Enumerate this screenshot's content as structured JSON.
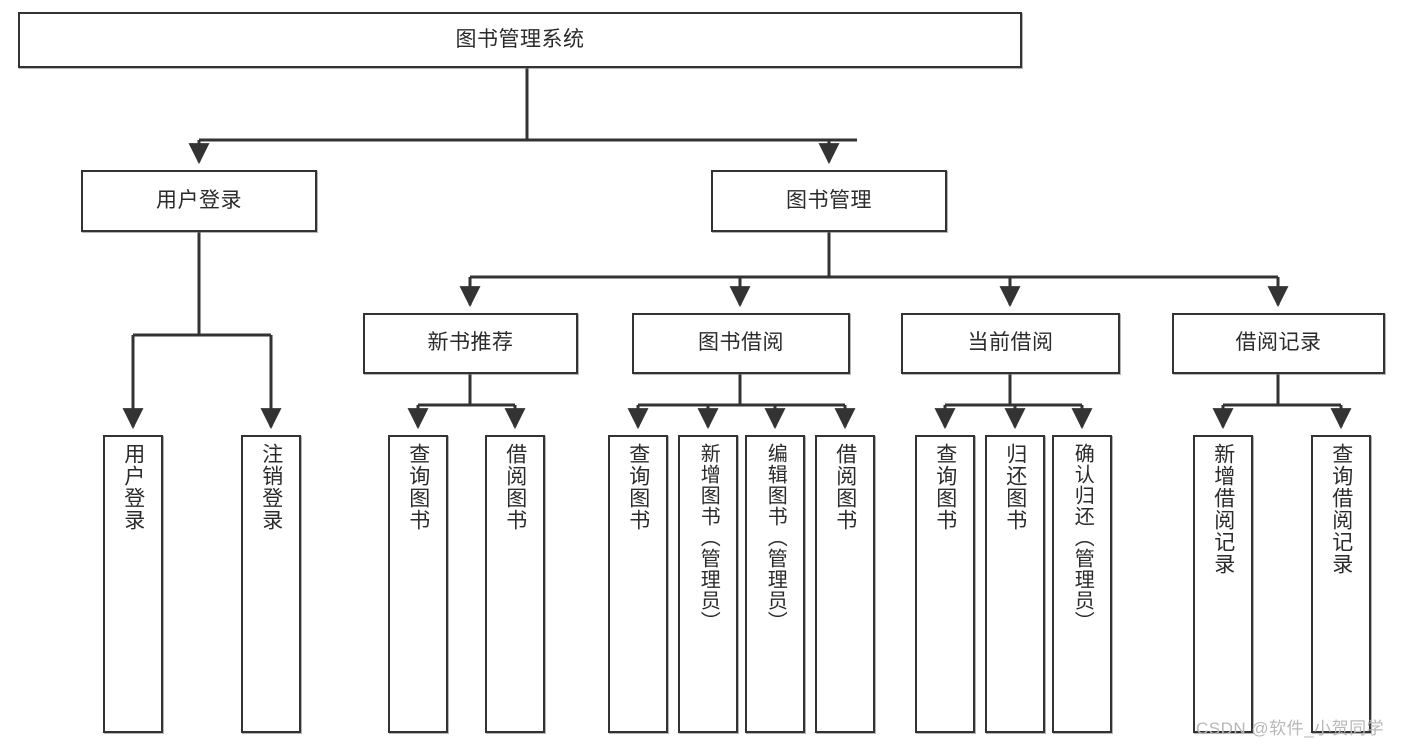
{
  "diagram": {
    "title": "图书管理系统",
    "type": "function-hierarchy-tree",
    "levels": 4,
    "root": {
      "label": "图书管理系统"
    },
    "level2": [
      {
        "label": "用户登录"
      },
      {
        "label": "图书管理"
      }
    ],
    "level3": [
      {
        "label": "新书推荐"
      },
      {
        "label": "图书借阅"
      },
      {
        "label": "当前借阅"
      },
      {
        "label": "借阅记录"
      }
    ],
    "leaves": {
      "user_login": [
        {
          "label": "用户登录"
        },
        {
          "label": "注销登录"
        }
      ],
      "new_book_recommend": [
        {
          "label": "查询图书"
        },
        {
          "label": "借阅图书"
        }
      ],
      "book_borrow": [
        {
          "label": "查询图书"
        },
        {
          "label": "新增图书（管理员）"
        },
        {
          "label": "编辑图书（管理员）"
        },
        {
          "label": "借阅图书"
        }
      ],
      "current_borrow": [
        {
          "label": "查询图书"
        },
        {
          "label": "归还图书"
        },
        {
          "label": "确认归还（管理员）"
        }
      ],
      "borrow_record": [
        {
          "label": "新增借阅记录"
        },
        {
          "label": "查询借阅记录"
        }
      ]
    }
  },
  "watermark": {
    "text": "CSDN @软件_小贺同学"
  },
  "colors": {
    "border": "#333333",
    "text": "#2b2b2b",
    "background": "#ffffff",
    "watermark": "#b8b8b8"
  }
}
